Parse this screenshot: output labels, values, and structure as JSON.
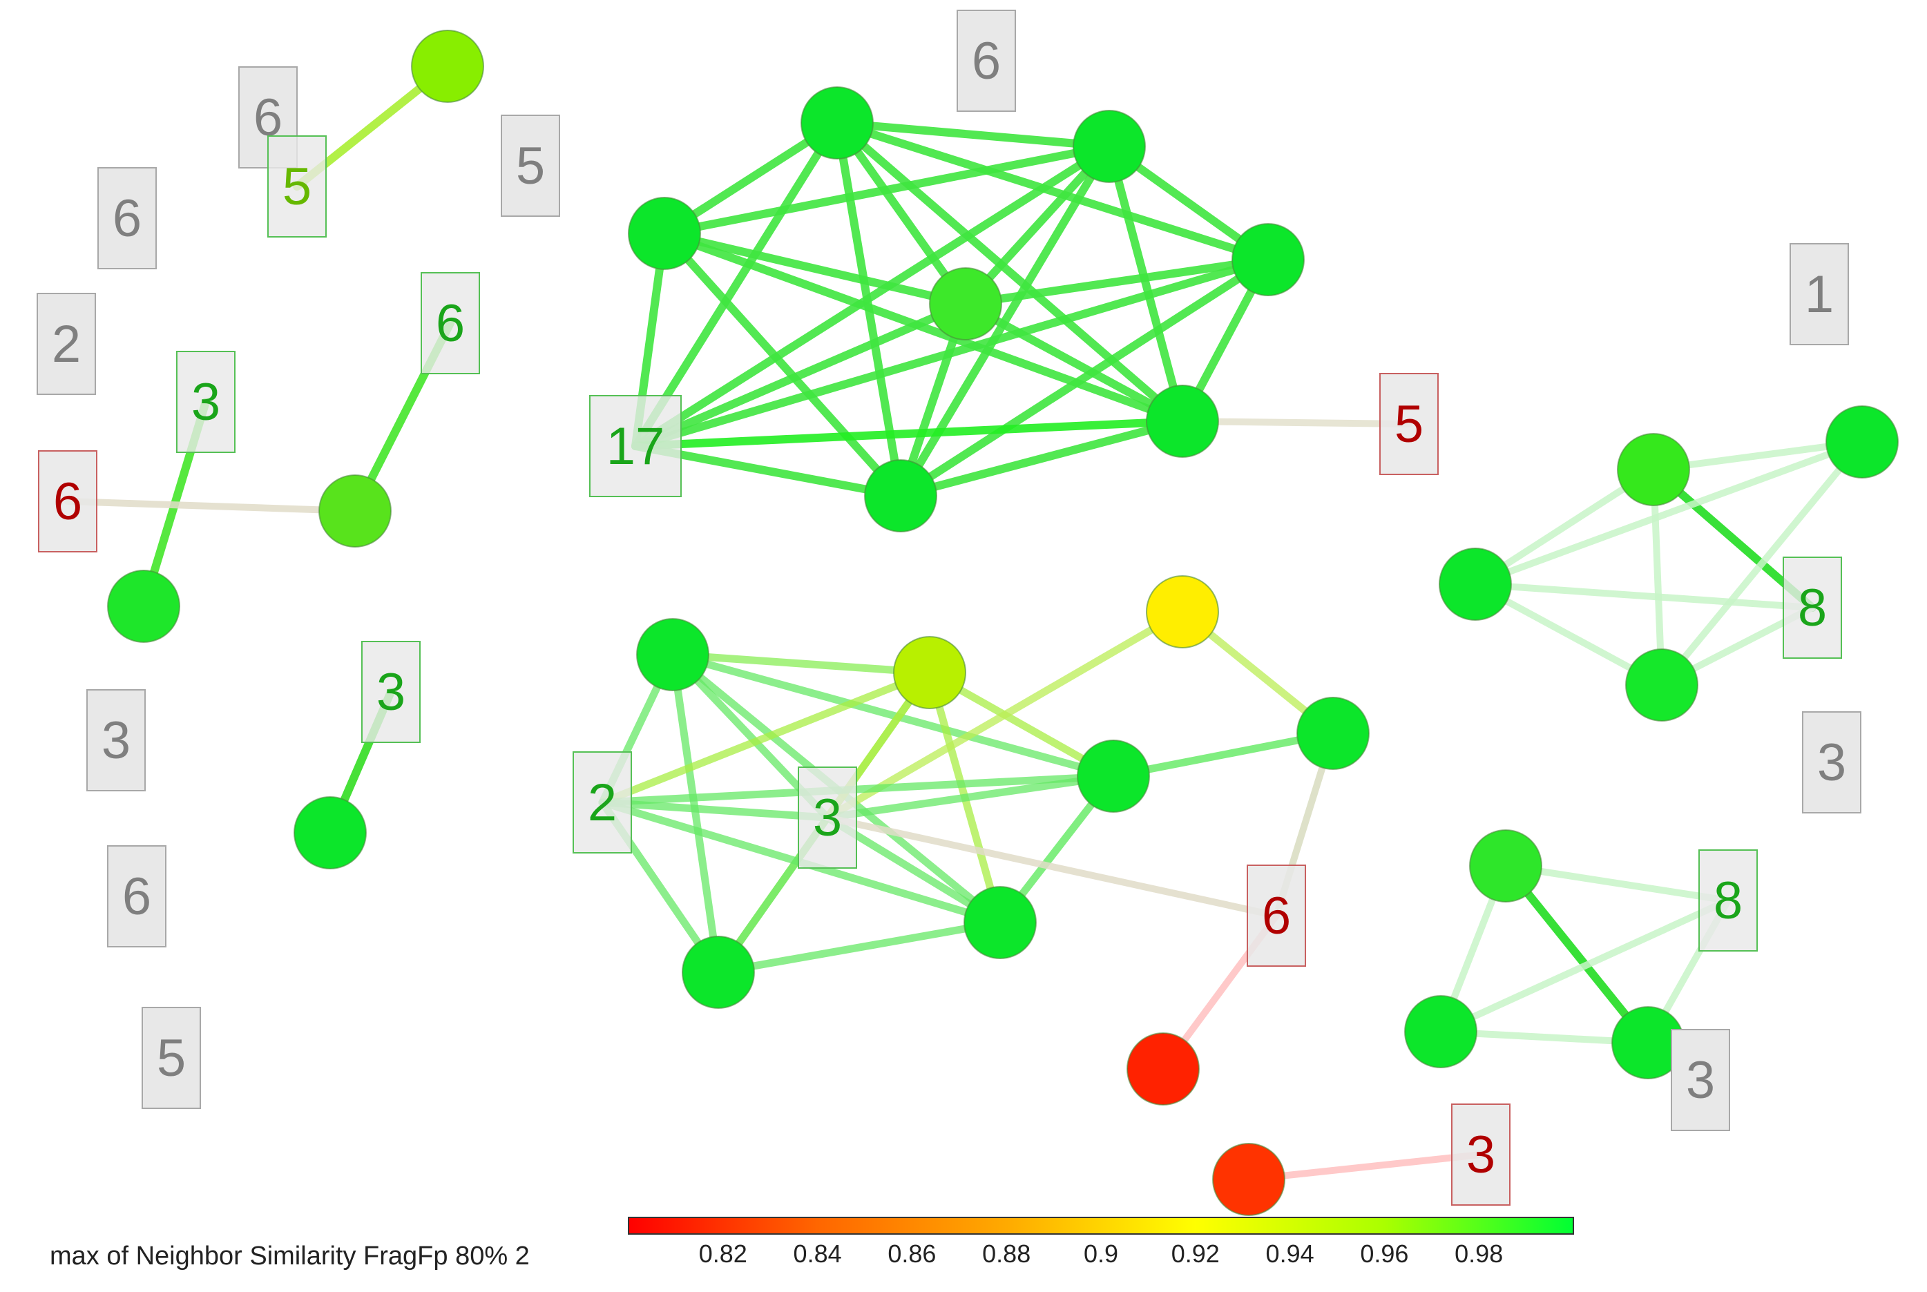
{
  "legend": {
    "title": "max of Neighbor Similarity FragFp 80% 2",
    "ticks": [
      "0.82",
      "0.84",
      "0.86",
      "0.88",
      "0.9",
      "0.92",
      "0.94",
      "0.96",
      "0.98"
    ],
    "tick_values": [
      0.82,
      0.84,
      0.86,
      0.88,
      0.9,
      0.92,
      0.94,
      0.96,
      0.98
    ],
    "range": [
      0.8,
      1.0
    ],
    "gradient_colors": [
      "#ff0000",
      "#ff6600",
      "#ffaa00",
      "#ffff00",
      "#aaff00",
      "#00ff33"
    ]
  },
  "colors": {
    "gray_box_fill": "#e8e8e8",
    "gray_box_stroke": "#a8a8a8",
    "gray_label": "#7f7f7f",
    "green_label": "#1aa51a",
    "red_label": "#b00000",
    "red_box_stroke": "#c86060",
    "green_box_stroke": "#55c055"
  },
  "nodes": [
    {
      "id": "n1",
      "color": "#88ee00"
    },
    {
      "id": "n2",
      "color": "#0ce62a"
    },
    {
      "id": "n3",
      "color": "#0ce62a"
    },
    {
      "id": "n4",
      "color": "#0ce62a"
    },
    {
      "id": "n5",
      "color": "#0ce62a"
    },
    {
      "id": "n6",
      "color": "#3de82a"
    },
    {
      "id": "n7",
      "color": "#0ce62a"
    },
    {
      "id": "n8",
      "color": "#0ce62a"
    },
    {
      "id": "n9",
      "color": "#0ce62a"
    },
    {
      "id": "n10",
      "color": "#58e31c"
    },
    {
      "id": "n11",
      "color": "#1ee62a"
    },
    {
      "id": "n12",
      "color": "#0ce62a"
    },
    {
      "id": "n13",
      "color": "#35e81c"
    },
    {
      "id": "n14",
      "color": "#0ce62a"
    },
    {
      "id": "n15",
      "color": "#15e82a"
    },
    {
      "id": "n16",
      "color": "#0ce62a"
    },
    {
      "id": "n17",
      "color": "#b8f000"
    },
    {
      "id": "n18",
      "color": "#ffee00"
    },
    {
      "id": "n19",
      "color": "#0ce62a"
    },
    {
      "id": "n20",
      "color": "#0ce62a"
    },
    {
      "id": "n21",
      "color": "#0ce62a"
    },
    {
      "id": "n22",
      "color": "#0ce62a"
    },
    {
      "id": "n23",
      "color": "#ff2200"
    },
    {
      "id": "n24",
      "color": "#2ee62a"
    },
    {
      "id": "n25",
      "color": "#0ce62a"
    },
    {
      "id": "n26",
      "color": "#ff3300"
    }
  ],
  "labels": [
    {
      "id": "L1",
      "text": "6",
      "kind": "gray"
    },
    {
      "id": "L2",
      "text": "5",
      "kind": "lightgreen"
    },
    {
      "id": "L3",
      "text": "5",
      "kind": "gray"
    },
    {
      "id": "L4",
      "text": "6",
      "kind": "gray"
    },
    {
      "id": "L5",
      "text": "2",
      "kind": "gray"
    },
    {
      "id": "L6",
      "text": "6",
      "kind": "green"
    },
    {
      "id": "L7",
      "text": "3",
      "kind": "green"
    },
    {
      "id": "L8",
      "text": "6",
      "kind": "red"
    },
    {
      "id": "L9",
      "text": "3",
      "kind": "green"
    },
    {
      "id": "L10",
      "text": "3",
      "kind": "gray"
    },
    {
      "id": "L11",
      "text": "6",
      "kind": "gray"
    },
    {
      "id": "L12",
      "text": "5",
      "kind": "gray"
    },
    {
      "id": "L13",
      "text": "6",
      "kind": "gray"
    },
    {
      "id": "L14",
      "text": "17",
      "kind": "green"
    },
    {
      "id": "L15",
      "text": "5",
      "kind": "red"
    },
    {
      "id": "L16",
      "text": "2",
      "kind": "green"
    },
    {
      "id": "L17",
      "text": "3",
      "kind": "green"
    },
    {
      "id": "L18",
      "text": "6",
      "kind": "red"
    },
    {
      "id": "L19",
      "text": "3",
      "kind": "red"
    },
    {
      "id": "L20",
      "text": "1",
      "kind": "gray"
    },
    {
      "id": "L21",
      "text": "8",
      "kind": "green"
    },
    {
      "id": "L22",
      "text": "3",
      "kind": "gray"
    },
    {
      "id": "L23",
      "text": "8",
      "kind": "green"
    },
    {
      "id": "L24",
      "text": "3",
      "kind": "gray"
    }
  ],
  "edges": [
    {
      "from": "n1",
      "to": "L2",
      "color": "#aaee33",
      "strength": "strong"
    },
    {
      "from": "L6",
      "to": "n10",
      "color": "#44e62a",
      "strength": "strong"
    },
    {
      "from": "L7",
      "to": "n11",
      "color": "#44e62a",
      "strength": "strong"
    },
    {
      "from": "L8",
      "to": "n10",
      "color": "#e0dcc8",
      "strength": "faint"
    },
    {
      "from": "L9",
      "to": "n12",
      "color": "#33dd22",
      "strength": "strong"
    },
    {
      "from": "n2",
      "to": "n3",
      "color": "#3fe63f",
      "strength": "strong"
    },
    {
      "from": "n2",
      "to": "n4",
      "color": "#3fe63f",
      "strength": "strong"
    },
    {
      "from": "n2",
      "to": "n5",
      "color": "#3fe63f",
      "strength": "strong"
    },
    {
      "from": "n2",
      "to": "n6",
      "color": "#3fe63f",
      "strength": "strong"
    },
    {
      "from": "n2",
      "to": "n7",
      "color": "#3fe63f",
      "strength": "strong"
    },
    {
      "from": "n2",
      "to": "n8",
      "color": "#3fe63f",
      "strength": "strong"
    },
    {
      "from": "n2",
      "to": "L14",
      "color": "#3fe63f",
      "strength": "strong"
    },
    {
      "from": "n3",
      "to": "n4",
      "color": "#3fe63f",
      "strength": "strong"
    },
    {
      "from": "n3",
      "to": "n5",
      "color": "#3fe63f",
      "strength": "strong"
    },
    {
      "from": "n3",
      "to": "n6",
      "color": "#3fe63f",
      "strength": "strong"
    },
    {
      "from": "n3",
      "to": "n7",
      "color": "#3fe63f",
      "strength": "strong"
    },
    {
      "from": "n3",
      "to": "n8",
      "color": "#3fe63f",
      "strength": "strong"
    },
    {
      "from": "n3",
      "to": "L14",
      "color": "#3fe63f",
      "strength": "strong"
    },
    {
      "from": "n4",
      "to": "n6",
      "color": "#3fe63f",
      "strength": "strong"
    },
    {
      "from": "n4",
      "to": "n7",
      "color": "#3fe63f",
      "strength": "strong"
    },
    {
      "from": "n4",
      "to": "n8",
      "color": "#3fe63f",
      "strength": "strong"
    },
    {
      "from": "n4",
      "to": "L14",
      "color": "#3fe63f",
      "strength": "strong"
    },
    {
      "from": "n5",
      "to": "n6",
      "color": "#3fe63f",
      "strength": "strong"
    },
    {
      "from": "n5",
      "to": "n7",
      "color": "#3fe63f",
      "strength": "strong"
    },
    {
      "from": "n5",
      "to": "n8",
      "color": "#3fe63f",
      "strength": "strong"
    },
    {
      "from": "n5",
      "to": "L14",
      "color": "#3fe63f",
      "strength": "strong"
    },
    {
      "from": "n6",
      "to": "n7",
      "color": "#3fe63f",
      "strength": "strong"
    },
    {
      "from": "n6",
      "to": "n8",
      "color": "#3fe63f",
      "strength": "strong"
    },
    {
      "from": "n6",
      "to": "L14",
      "color": "#3fe63f",
      "strength": "strong"
    },
    {
      "from": "n7",
      "to": "n8",
      "color": "#3fe63f",
      "strength": "strong"
    },
    {
      "from": "n7",
      "to": "L14",
      "color": "#22ee22",
      "strength": "strong"
    },
    {
      "from": "n8",
      "to": "L14",
      "color": "#3fe63f",
      "strength": "strong"
    },
    {
      "from": "n7",
      "to": "L15",
      "color": "#e3e0cc",
      "strength": "faint"
    },
    {
      "from": "n16",
      "to": "n17",
      "color": "#88ee55",
      "strength": "medium"
    },
    {
      "from": "n16",
      "to": "n19",
      "color": "#66e866",
      "strength": "medium"
    },
    {
      "from": "n16",
      "to": "n21",
      "color": "#66e866",
      "strength": "medium"
    },
    {
      "from": "n16",
      "to": "n22",
      "color": "#66e866",
      "strength": "medium"
    },
    {
      "from": "n16",
      "to": "L16",
      "color": "#66e866",
      "strength": "medium"
    },
    {
      "from": "n16",
      "to": "L17",
      "color": "#66e866",
      "strength": "medium"
    },
    {
      "from": "n17",
      "to": "n19",
      "color": "#a8ee44",
      "strength": "medium"
    },
    {
      "from": "n17",
      "to": "n21",
      "color": "#a8ee44",
      "strength": "medium"
    },
    {
      "from": "n17",
      "to": "n22",
      "color": "#a8ee44",
      "strength": "medium"
    },
    {
      "from": "n17",
      "to": "L16",
      "color": "#a8ee44",
      "strength": "medium"
    },
    {
      "from": "n17",
      "to": "L17",
      "color": "#a8ee44",
      "strength": "medium"
    },
    {
      "from": "n18",
      "to": "L17",
      "color": "#bbee55",
      "strength": "medium"
    },
    {
      "from": "n18",
      "to": "n20",
      "color": "#bbee55",
      "strength": "medium"
    },
    {
      "from": "n19",
      "to": "n20",
      "color": "#55e855",
      "strength": "medium"
    },
    {
      "from": "n19",
      "to": "n21",
      "color": "#55e855",
      "strength": "medium"
    },
    {
      "from": "n19",
      "to": "L16",
      "color": "#66e866",
      "strength": "medium"
    },
    {
      "from": "n19",
      "to": "L17",
      "color": "#66e866",
      "strength": "medium"
    },
    {
      "from": "n21",
      "to": "n22",
      "color": "#66e866",
      "strength": "medium"
    },
    {
      "from": "n21",
      "to": "L16",
      "color": "#66e866",
      "strength": "medium"
    },
    {
      "from": "n21",
      "to": "L17",
      "color": "#66e866",
      "strength": "medium"
    },
    {
      "from": "n22",
      "to": "L16",
      "color": "#66e866",
      "strength": "medium"
    },
    {
      "from": "n22",
      "to": "L17",
      "color": "#66e866",
      "strength": "medium"
    },
    {
      "from": "L16",
      "to": "L17",
      "color": "#66e866",
      "strength": "medium"
    },
    {
      "from": "L17",
      "to": "L18",
      "color": "#e0dcc8",
      "strength": "faint"
    },
    {
      "from": "n20",
      "to": "L18",
      "color": "#d8dcc0",
      "strength": "faint"
    },
    {
      "from": "L18",
      "to": "n23",
      "color": "#ffc0c0",
      "strength": "faint"
    },
    {
      "from": "n26",
      "to": "L19",
      "color": "#ffc0c0",
      "strength": "faint"
    },
    {
      "from": "n13",
      "to": "n14",
      "color": "#c8f5c8",
      "strength": "faint"
    },
    {
      "from": "n13",
      "to": "n15",
      "color": "#c8f5c8",
      "strength": "faint"
    },
    {
      "from": "n13",
      "to": "L21",
      "color": "#22dd22",
      "strength": "strong"
    },
    {
      "from": "n13",
      "to": "n9",
      "color": "#c8f5c8",
      "strength": "faint"
    },
    {
      "from": "n14",
      "to": "n9",
      "color": "#c8f5c8",
      "strength": "faint"
    },
    {
      "from": "n14",
      "to": "L21",
      "color": "#c8f5c8",
      "strength": "faint"
    },
    {
      "from": "n14",
      "to": "n15",
      "color": "#c8f5c8",
      "strength": "faint"
    },
    {
      "from": "n15",
      "to": "L21",
      "color": "#c8f5c8",
      "strength": "faint"
    },
    {
      "from": "n15",
      "to": "n9",
      "color": "#c8f5c8",
      "strength": "faint"
    },
    {
      "from": "n24",
      "to": "n25",
      "color": "#22dd22",
      "strength": "strong"
    },
    {
      "from": "n24",
      "to": "L23",
      "color": "#c8f5c8",
      "strength": "faint"
    },
    {
      "from": "n24",
      "to": "n2x",
      "color": "#c8f5c8",
      "strength": "faint"
    },
    {
      "from": "n2x",
      "to": "n25",
      "color": "#c8f5c8",
      "strength": "faint"
    },
    {
      "from": "n2x",
      "to": "L23",
      "color": "#c8f5c8",
      "strength": "faint"
    },
    {
      "from": "n25",
      "to": "L23",
      "color": "#c8f5c8",
      "strength": "faint"
    }
  ]
}
